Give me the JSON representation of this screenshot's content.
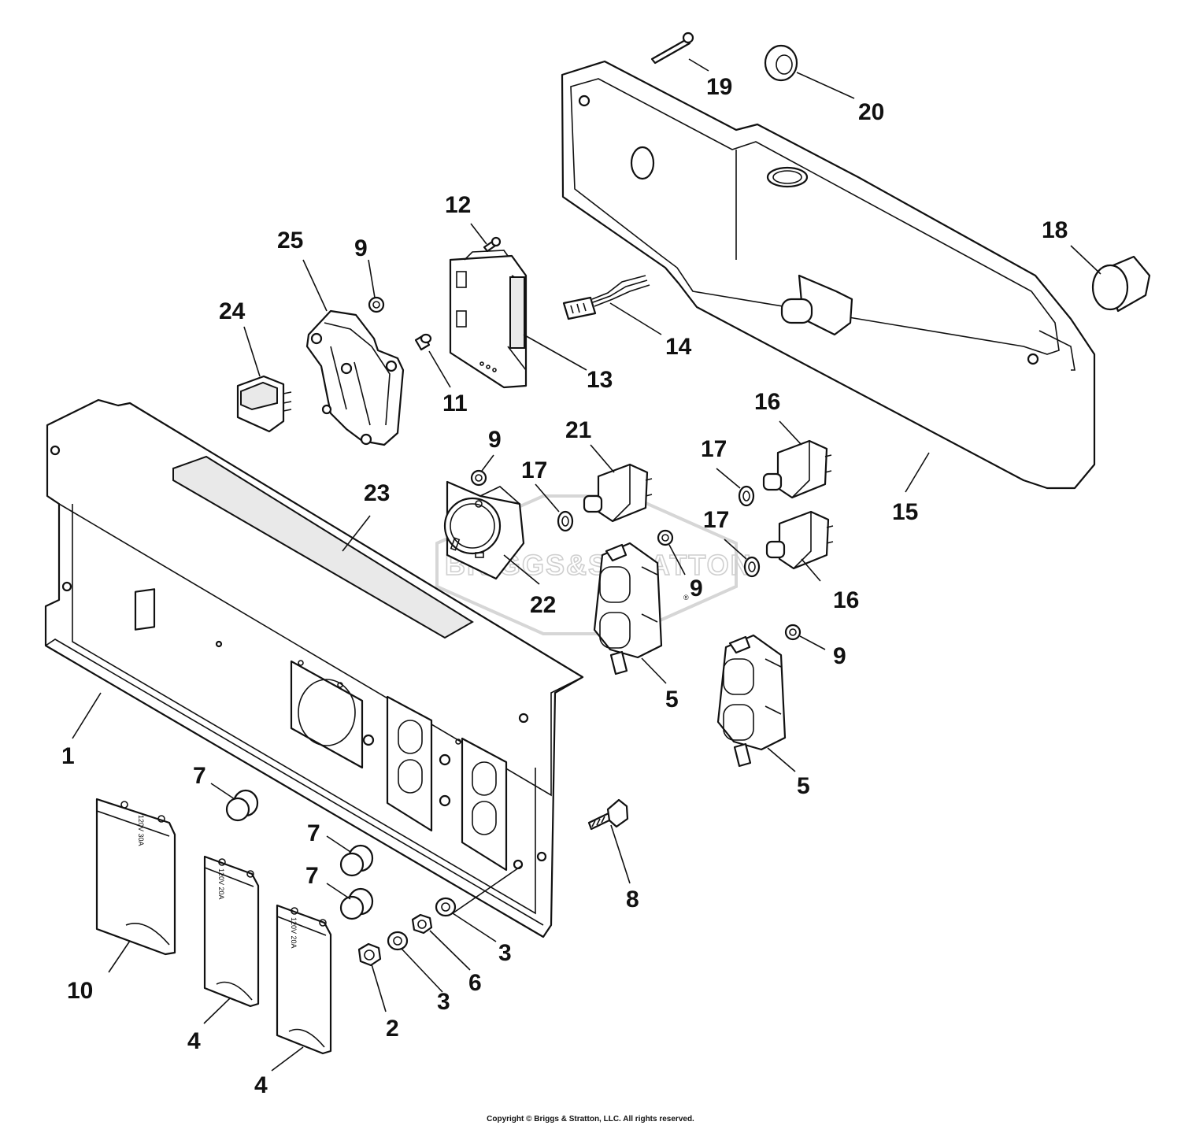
{
  "watermark": {
    "brand_text": "BRIGGS&STRATTON",
    "registered_mark": "®"
  },
  "copyright": "Copyright © Briggs & Stratton, LLC. All rights reserved.",
  "cover_ratings": {
    "cover_10": "120V 30A",
    "cover_4_a": "120V 20A",
    "cover_4_b": "120V 20A"
  },
  "callouts": {
    "c1": "1",
    "c2": "2",
    "c3a": "3",
    "c3b": "3",
    "c4a": "4",
    "c4b": "4",
    "c5a": "5",
    "c5b": "5",
    "c6": "6",
    "c7a": "7",
    "c7b": "7",
    "c7c": "7",
    "c8": "8",
    "c9a": "9",
    "c9b": "9",
    "c9c": "9",
    "c9d": "9",
    "c10": "10",
    "c11": "11",
    "c12": "12",
    "c13": "13",
    "c14": "14",
    "c15": "15",
    "c16a": "16",
    "c16b": "16",
    "c17a": "17",
    "c17b": "17",
    "c17c": "17",
    "c18": "18",
    "c19": "19",
    "c20": "20",
    "c21": "21",
    "c22": "22",
    "c23": "23",
    "c24": "24",
    "c25": "25"
  }
}
